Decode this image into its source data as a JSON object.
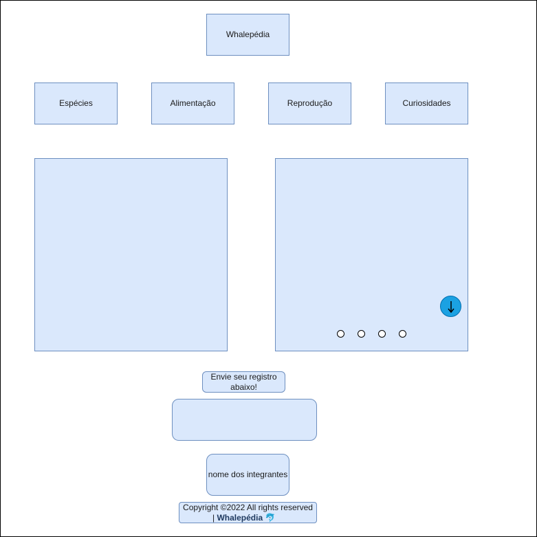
{
  "header": {
    "title": "Whalepédia"
  },
  "nav": {
    "items": [
      {
        "label": "Espécies"
      },
      {
        "label": "Alimentação"
      },
      {
        "label": "Reprodução"
      },
      {
        "label": "Curiosidades"
      }
    ]
  },
  "carousel": {
    "indicators": 4,
    "scroll_icon": "arrow-down-icon"
  },
  "submission": {
    "label": "Envie seu registro abaixo!",
    "input_value": ""
  },
  "members": {
    "label": "nome dos integrantes"
  },
  "footer": {
    "copyright": "Copyright ©2022 All rights reserved",
    "separator": "|",
    "brand": "Whalepédia",
    "brand_icon": "🐬"
  },
  "colors": {
    "box_fill": "#dae8fc",
    "box_border": "#6c8ebf",
    "accent": "#1ba1e2"
  }
}
